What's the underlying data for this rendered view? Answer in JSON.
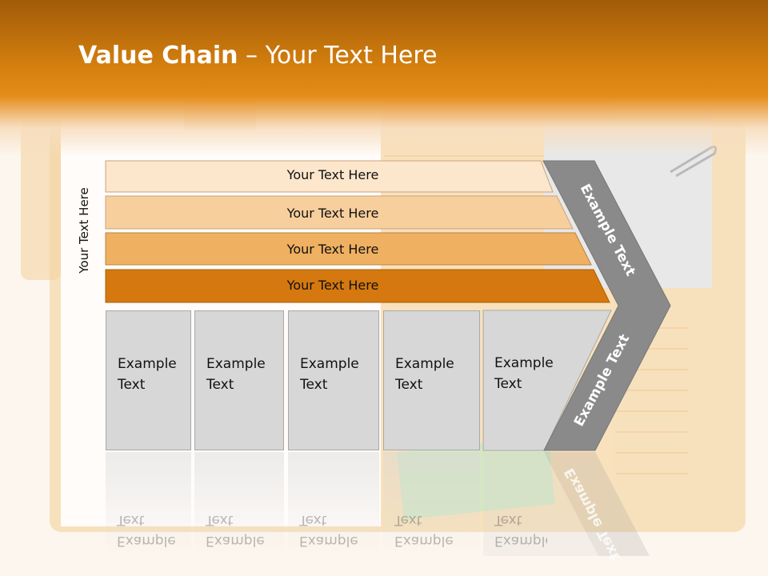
{
  "title": {
    "bold": "Value Chain",
    "rest": " – Your Text Here"
  },
  "vertical_label": "Your Text Here",
  "bands": [
    {
      "label": "Your Text Here",
      "color": "#fce6cc"
    },
    {
      "label": "Your Text Here",
      "color": "#f7cf9d"
    },
    {
      "label": "Your Text Here",
      "color": "#efb061"
    },
    {
      "label": "Your Text Here",
      "color": "#d5780f"
    }
  ],
  "boxes": [
    {
      "line1": "Example",
      "line2": "Text"
    },
    {
      "line1": "Example",
      "line2": "Text"
    },
    {
      "line1": "Example",
      "line2": "Text"
    },
    {
      "line1": "Example",
      "line2": "Text"
    },
    {
      "line1": "Example",
      "line2": "Text"
    }
  ],
  "chevron": {
    "upper": "Example Text",
    "lower": "Example Text",
    "color": "#8a8a8a"
  },
  "colors": {
    "header": "#d5800f",
    "box": "#d7d7d7"
  }
}
